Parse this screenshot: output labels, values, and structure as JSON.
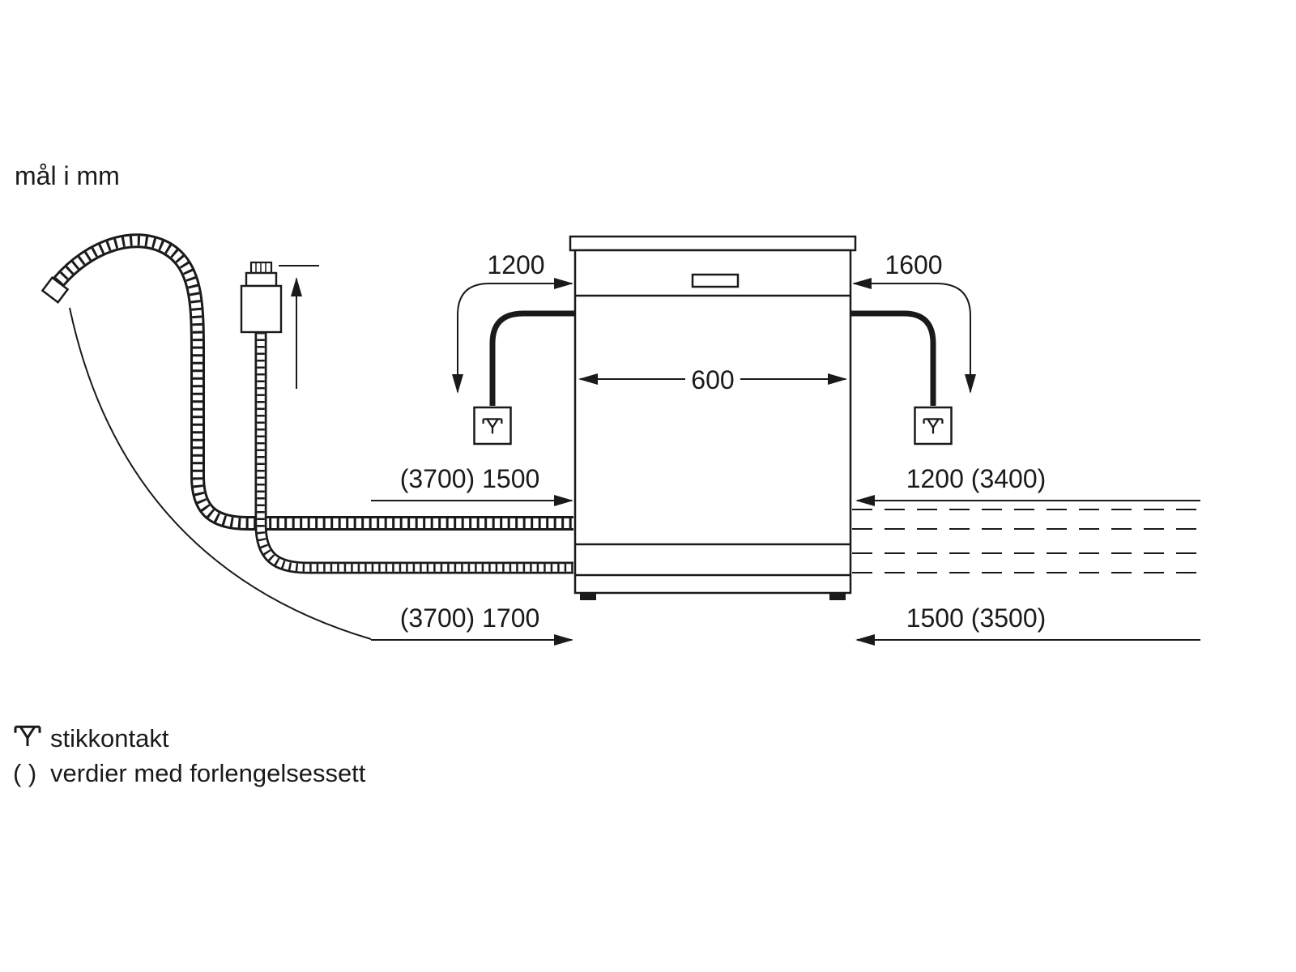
{
  "title": "mål i mm",
  "diagram": {
    "machine_width": "600",
    "cord_left": "1200",
    "cord_right": "1600",
    "mid_left": "(3700) 1500",
    "mid_right": "1200 (3400)",
    "bottom_left": "(3700) 1700",
    "bottom_right": "1500 (3500)"
  },
  "legend": {
    "socket": "stikkontakt",
    "parens": "( )",
    "extension": "verdier med forlengelsessett"
  },
  "colors": {
    "ink": "#1a1a1a",
    "background": "#ffffff"
  }
}
